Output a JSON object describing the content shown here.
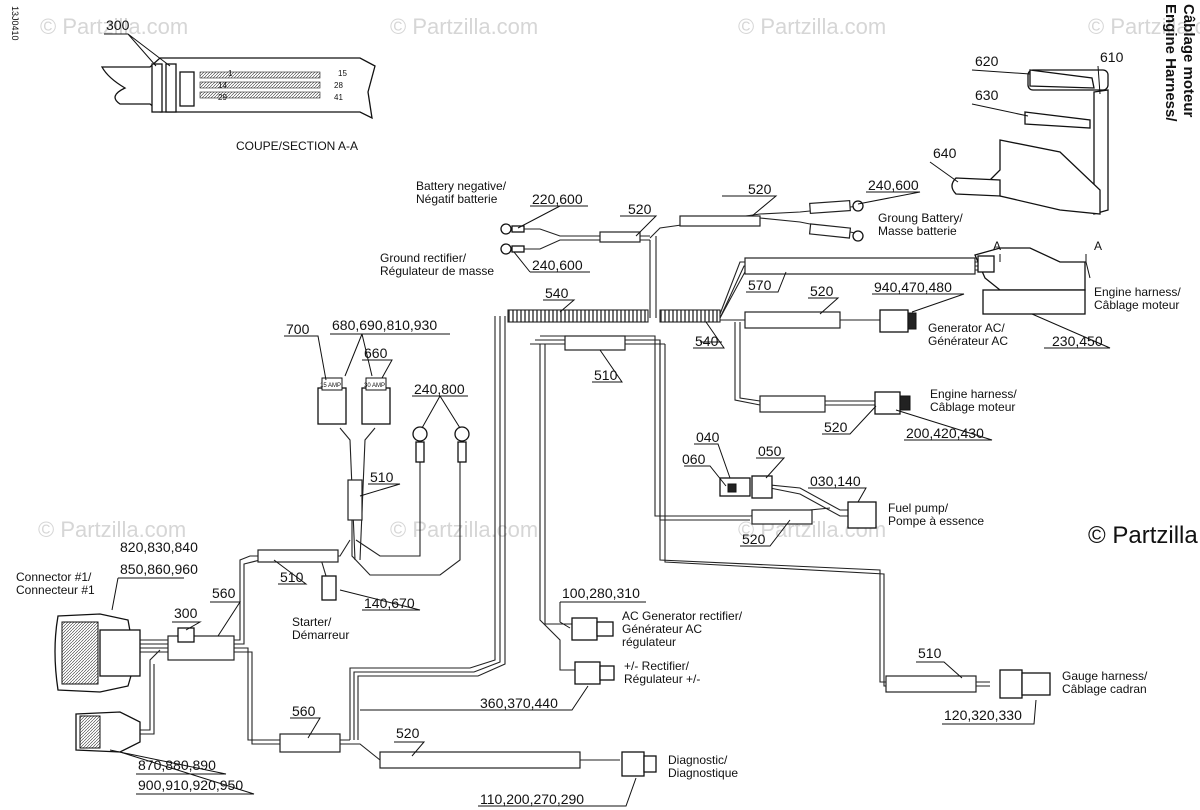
{
  "doc_id": "13J0410",
  "title_lines": [
    "Engine Harness/",
    "Câblage moteur"
  ],
  "watermarks": [
    "© Partzilla.com",
    "© Partzilla.com",
    "© Partzilla.com",
    "© Partzilla.com",
    "© Partzilla.com",
    "© Partzilla.com",
    "© Partzilla.com"
  ],
  "copyright": "© Partzilla",
  "section_caption": "COUPE/SECTION A-A",
  "section_marks": {
    "left": "A",
    "right": "A"
  },
  "fuse_labels": {
    "left": "15 AMP",
    "right": "30 AMP"
  },
  "pin_labels": {
    "p1": "1",
    "p15": "15",
    "p14": "14",
    "p28": "28",
    "p29": "29",
    "p41": "41"
  },
  "callouts": {
    "c300_top": "300",
    "c620": "620",
    "c610": "610",
    "c630": "630",
    "c640": "640",
    "c220600": "220,600",
    "c520_top_left": "520",
    "c520_top_right": "520",
    "c240600_right": "240,600",
    "c240600_left": "240,600",
    "c570": "570",
    "c520_gen": "520",
    "c940": "940,470,480",
    "c540_top": "540",
    "c540_mid": "540",
    "c230450": "230,450",
    "c700": "700",
    "c680": "680,690,810,930",
    "c660": "660",
    "c510_a": "510",
    "c240800": "240,800",
    "c520_eng": "520",
    "c200420": "200,420,430",
    "c040": "040",
    "c060": "060",
    "c050": "050",
    "c030140": "030,140",
    "c510_b": "510",
    "c520_fuel": "520",
    "c820": "820,830,840",
    "c850": "850,860,960",
    "c510_c": "510",
    "c300_mid": "300",
    "c560_top": "560",
    "c140670": "140,670",
    "c100280": "100,280,310",
    "c360": "360,370,440",
    "c510_gauge": "510",
    "c560_bot": "560",
    "c520_bot": "520",
    "c870": "870,880,890",
    "c900": "900,910,920,950",
    "c110": "110,200,270,290",
    "c120": "120,320,330"
  },
  "labels": {
    "battery_neg": [
      "Battery negative/",
      "Négatif batterie"
    ],
    "ground_rect": [
      "Ground rectifier/",
      "Régulateur de masse"
    ],
    "ground_batt": [
      "Groung Battery/",
      "Masse batterie"
    ],
    "engine_harness_1": [
      "Engine harness/",
      "Câblage moteur"
    ],
    "generator_ac": [
      "Generator AC/",
      "Générateur AC"
    ],
    "engine_harness_2": [
      "Engine harness/",
      "Câblage moteur"
    ],
    "fuel_pump": [
      "Fuel pump/",
      "Pompe à essence"
    ],
    "connector1": [
      "Connector #1/",
      "Connecteur #1"
    ],
    "starter": [
      "Starter/",
      "Démarreur"
    ],
    "ac_gen_rect": [
      "AC Generator rectifier/",
      "Générateur AC",
      "régulateur"
    ],
    "rect_pm": [
      "+/- Rectifier/",
      "Régulateur +/-"
    ],
    "gauge_harness": [
      "Gauge harness/",
      "Câblage cadran"
    ],
    "diagnostic": [
      "Diagnostic/",
      "Diagnostique"
    ]
  },
  "colors": {
    "ink": "#111111",
    "watermark": "#d6d6d6",
    "background": "#ffffff"
  }
}
